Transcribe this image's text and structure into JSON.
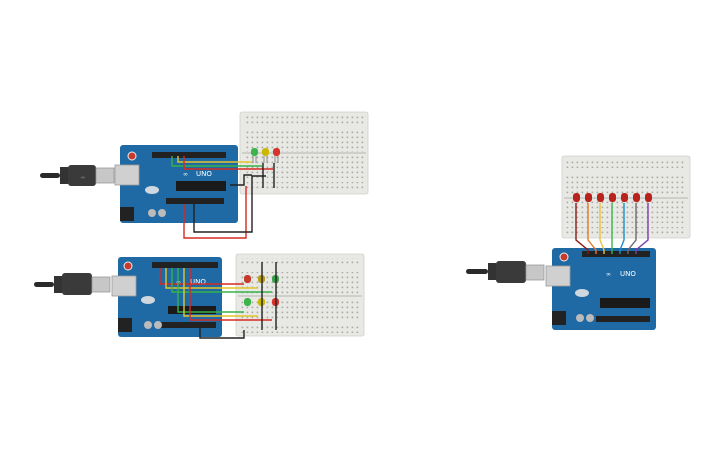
{
  "circuits": [
    {
      "id": "circuit-1",
      "board_label": "UNO",
      "leds": [
        {
          "color": "#3bb54a",
          "state": "on"
        },
        {
          "color": "#c9b800",
          "state": "on"
        },
        {
          "color": "#d8322c",
          "state": "on"
        }
      ]
    },
    {
      "id": "circuit-2",
      "board_label": "UNO",
      "leds_row1": [
        {
          "color": "#c53a2a"
        },
        {
          "color": "#b59a14"
        },
        {
          "color": "#3aa04a"
        }
      ],
      "leds_row2": [
        {
          "color": "#3bb54a"
        },
        {
          "color": "#c9b800"
        },
        {
          "color": "#d8322c"
        }
      ]
    },
    {
      "id": "circuit-3",
      "board_label": "UNO",
      "leds": [
        {
          "color": "#b8241d"
        },
        {
          "color": "#b8241d"
        },
        {
          "color": "#b8241d"
        },
        {
          "color": "#b8241d"
        },
        {
          "color": "#b8241d"
        },
        {
          "color": "#b8241d"
        },
        {
          "color": "#b8241d"
        }
      ],
      "wire_colors": [
        "#8a1a14",
        "#e07b2a",
        "#e8c43a",
        "#3bb54a",
        "#1a8fd0",
        "#6a6a6a",
        "#7b3fa8"
      ]
    }
  ],
  "colors": {
    "board": "#1f6aa5",
    "board_dark": "#17507e",
    "breadboard": "#e8e8e4",
    "wire_red": "#d62a22",
    "wire_black": "#222222",
    "wire_yellow": "#e3c52c",
    "wire_green": "#36b24a"
  }
}
